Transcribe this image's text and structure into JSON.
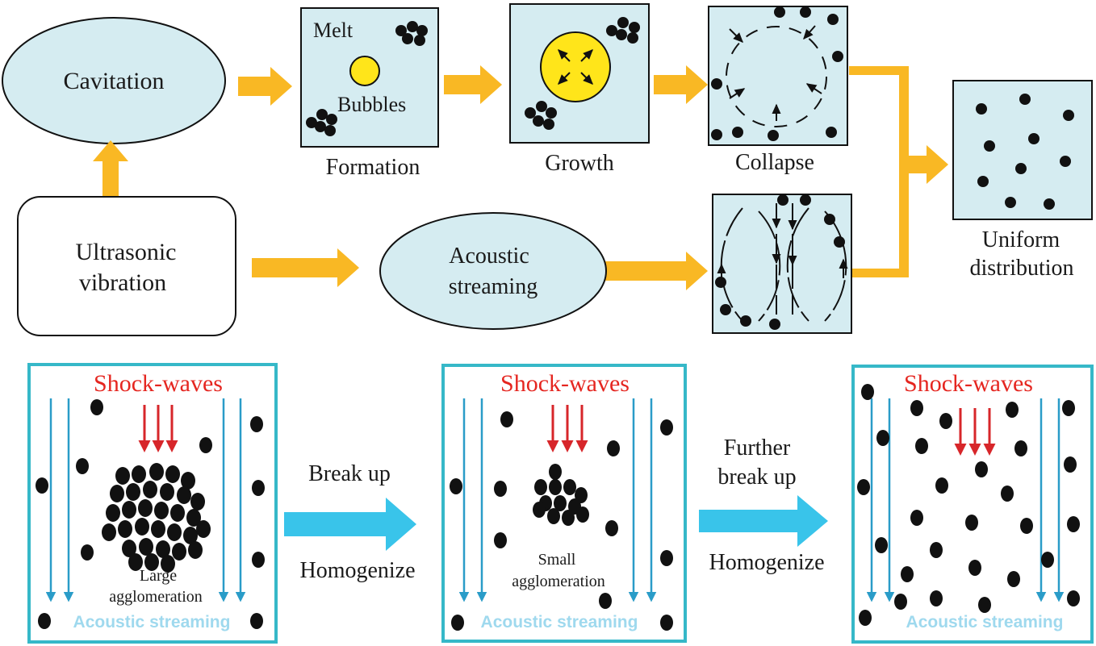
{
  "top": {
    "cavitation": "Cavitation",
    "ultrasonic_line1": "Ultrasonic",
    "ultrasonic_line2": "vibration",
    "acoustic_line1": "Acoustic",
    "acoustic_line2": "streaming",
    "melt": "Melt",
    "bubbles": "Bubbles",
    "formation": "Formation",
    "growth": "Growth",
    "collapse": "Collapse",
    "uniform_line1": "Uniform",
    "uniform_line2": "distribution"
  },
  "bottom": {
    "shock_waves": "Shock-waves",
    "acoustic_streaming": "Acoustic streaming",
    "panel1_label_line1": "Large",
    "panel1_label_line2": "agglomeration",
    "panel2_label_line1": "Small",
    "panel2_label_line2": "agglomeration",
    "step1_top": "Break up",
    "step1_bottom": "Homogenize",
    "step2_top_line1": "Further",
    "step2_top_line2": "break up",
    "step2_bottom": "Homogenize"
  },
  "colors": {
    "panel_fill": "#d5ecf1",
    "orange_arrow": "#f9b824",
    "blue_arrow": "#39c4ea",
    "frame_teal": "#36b8c8",
    "red_arrow": "#d7262a",
    "stream_arrow": "#2a9cc8",
    "bubble_yellow": "#ffe51a"
  }
}
